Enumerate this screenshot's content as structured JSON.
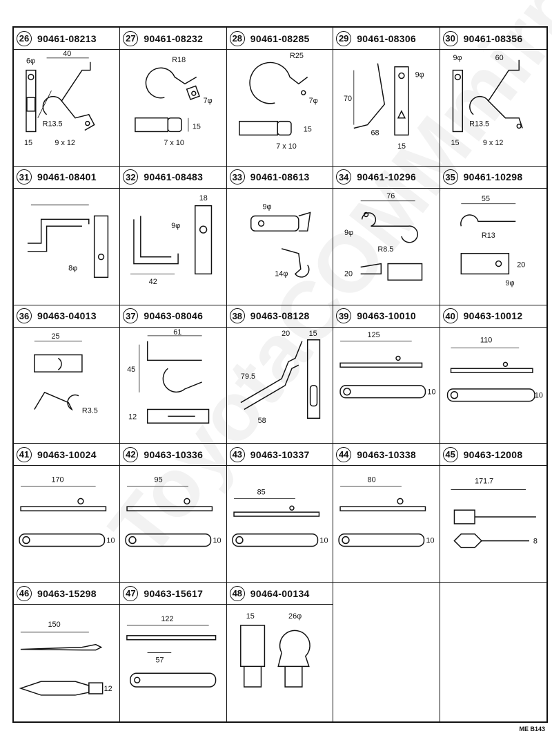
{
  "cells": [
    {
      "num": "26",
      "part": "90461-08213",
      "dims": [
        "6φ",
        "40",
        "R13.5",
        "15",
        "9 x 12"
      ]
    },
    {
      "num": "27",
      "part": "90461-08232",
      "dims": [
        "R18",
        "7φ",
        "15",
        "7 x 10"
      ]
    },
    {
      "num": "28",
      "part": "90461-08285",
      "dims": [
        "R25",
        "7φ",
        "15",
        "7 x 10"
      ]
    },
    {
      "num": "29",
      "part": "90461-08306",
      "dims": [
        "9φ",
        "70",
        "68",
        "15"
      ]
    },
    {
      "num": "30",
      "part": "90461-08356",
      "dims": [
        "9φ",
        "60",
        "R13.5",
        "15",
        "9 x 12"
      ]
    },
    {
      "num": "31",
      "part": "90461-08401",
      "dims": [
        "8φ"
      ]
    },
    {
      "num": "32",
      "part": "90461-08483",
      "dims": [
        "18",
        "9φ",
        "42"
      ]
    },
    {
      "num": "33",
      "part": "90461-08613",
      "dims": [
        "9φ",
        "14φ"
      ]
    },
    {
      "num": "34",
      "part": "90461-10296",
      "dims": [
        "76",
        "9φ",
        "R8.5",
        "20"
      ]
    },
    {
      "num": "35",
      "part": "90461-10298",
      "dims": [
        "55",
        "R13",
        "20",
        "9φ"
      ]
    },
    {
      "num": "36",
      "part": "90463-04013",
      "dims": [
        "25",
        "R3.5"
      ]
    },
    {
      "num": "37",
      "part": "90463-08046",
      "dims": [
        "61",
        "45",
        "12"
      ]
    },
    {
      "num": "38",
      "part": "90463-08128",
      "dims": [
        "20",
        "15",
        "79.5",
        "58"
      ]
    },
    {
      "num": "39",
      "part": "90463-10010",
      "dims": [
        "125",
        "10"
      ]
    },
    {
      "num": "40",
      "part": "90463-10012",
      "dims": [
        "110",
        "10"
      ]
    },
    {
      "num": "41",
      "part": "90463-10024",
      "dims": [
        "170",
        "10"
      ]
    },
    {
      "num": "42",
      "part": "90463-10336",
      "dims": [
        "95",
        "10"
      ]
    },
    {
      "num": "43",
      "part": "90463-10337",
      "dims": [
        "85",
        "10"
      ]
    },
    {
      "num": "44",
      "part": "90463-10338",
      "dims": [
        "80",
        "10"
      ]
    },
    {
      "num": "45",
      "part": "90463-12008",
      "dims": [
        "171.7",
        "8"
      ]
    },
    {
      "num": "46",
      "part": "90463-15298",
      "dims": [
        "150",
        "12"
      ]
    },
    {
      "num": "47",
      "part": "90463-15617",
      "dims": [
        "122",
        "57"
      ]
    },
    {
      "num": "48",
      "part": "90464-00134",
      "dims": [
        "15",
        "26φ"
      ]
    },
    {
      "num": "",
      "part": "",
      "dims": []
    },
    {
      "num": "",
      "part": "",
      "dims": []
    }
  ],
  "watermark": "ToyotaCOMMmirror",
  "footer": "ME B143"
}
